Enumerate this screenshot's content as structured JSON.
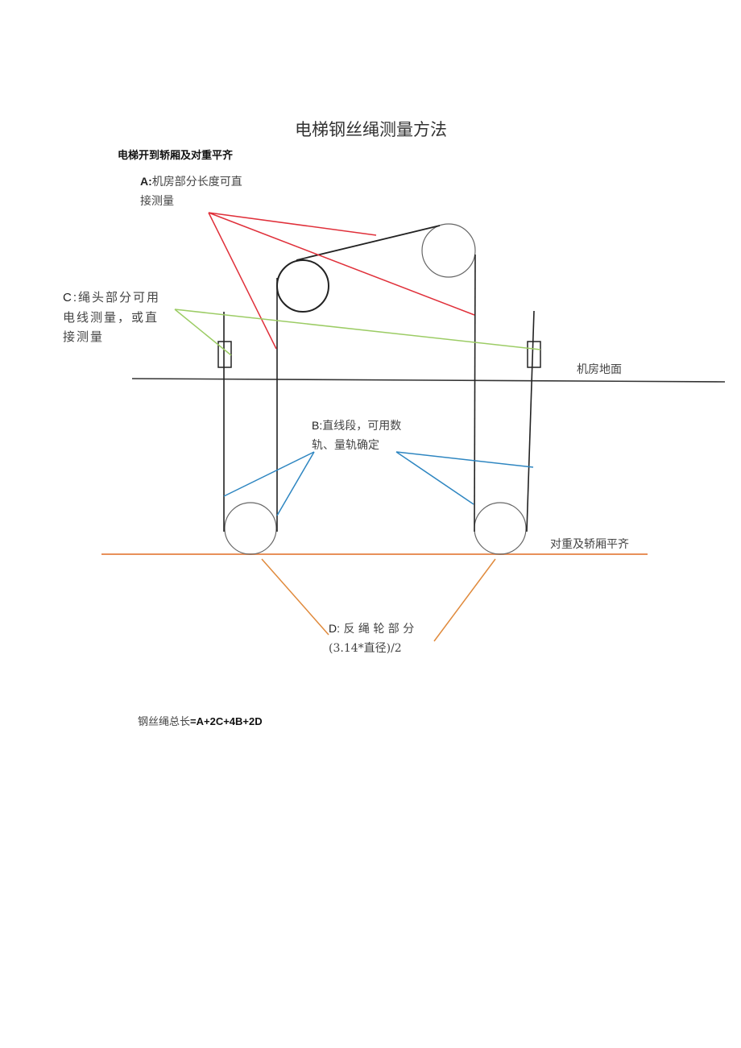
{
  "document": {
    "title": "电梯钢丝绳测量方法",
    "subtitle": "电梯开到轿厢及对重平齐"
  },
  "diagram": {
    "labels": {
      "a_prefix": "A:",
      "a_line1": "机房部分长度可直",
      "a_line2": "接测量",
      "c_prefix": "C:",
      "c_line1": "绳头部分可用",
      "c_line2": "电线测量，或直",
      "c_line3": "接测量",
      "b_prefix": "B:",
      "b_line1": "直线段，可用数",
      "b_line2": "轨、量轨确定",
      "d_prefix": "D:",
      "d_line1": " 反 绳 轮 部 分",
      "d_line2": "(3.14*直径)/2",
      "machine_room_floor": "机房地面",
      "counterweight_car_level": "对重及轿厢平齐"
    },
    "colors": {
      "rope": "#222222",
      "sheave": "#555555",
      "a_pointer": "#e0303a",
      "c_pointer": "#9ccc65",
      "b_pointer": "#2e86c1",
      "d_pointer": "#e08a3c",
      "level_line": "#e8905a",
      "floor_line": "#333333"
    }
  },
  "formula": {
    "prefix": "钢丝绳总长",
    "expression": "=A+2C+4B+2D"
  }
}
